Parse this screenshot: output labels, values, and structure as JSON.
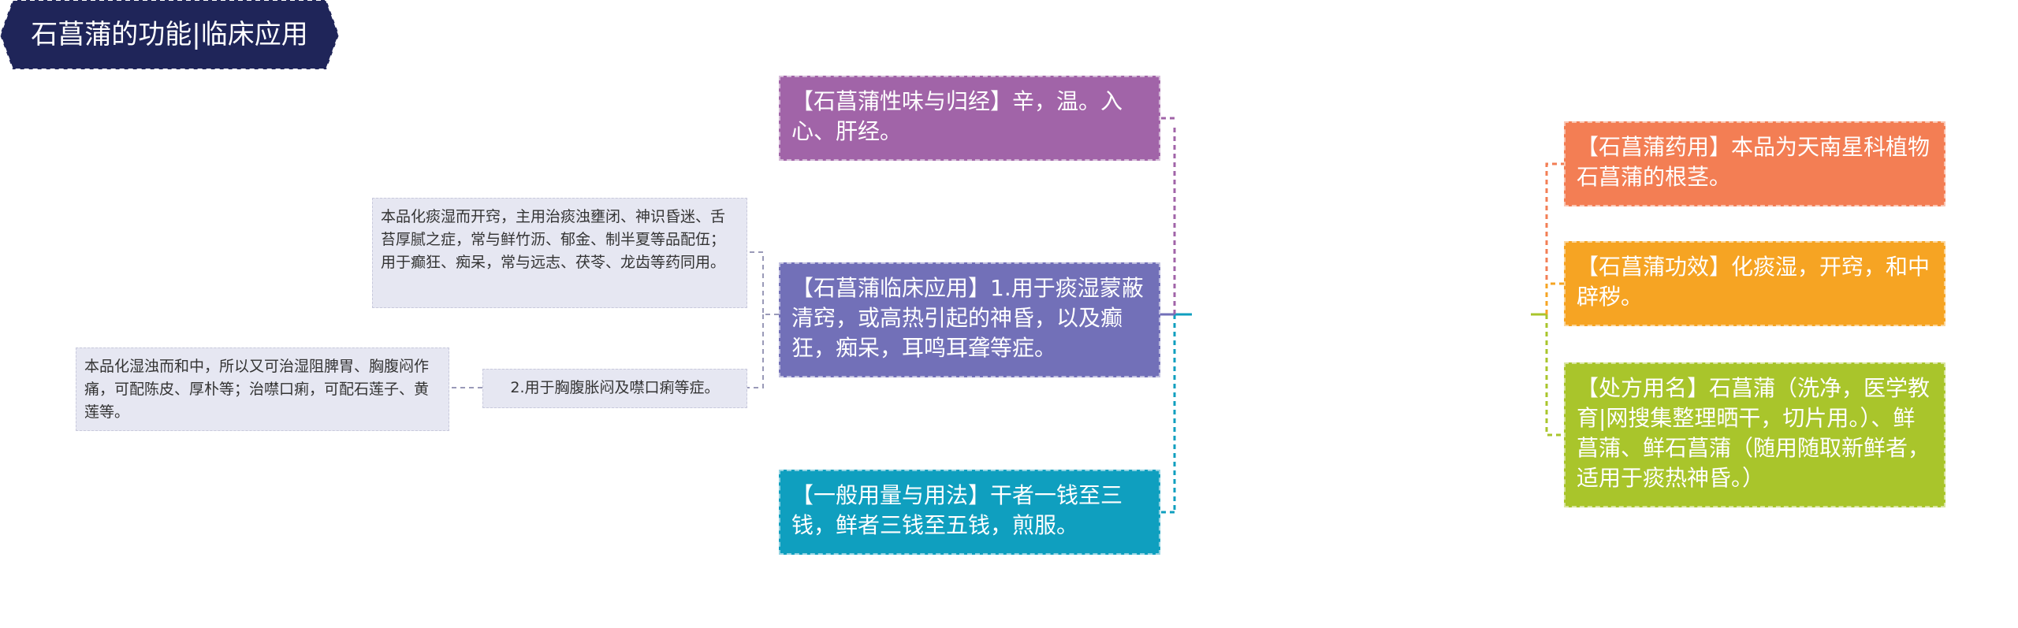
{
  "colors": {
    "root": "#1f2559",
    "xingwei": "#a164a8",
    "linchuang": "#7270b8",
    "yongliang": "#0f9fbf",
    "yaoyong": "#f37e54",
    "gongxiao": "#f6a423",
    "chufang": "#a9c52b",
    "leaf_bg": "#e6e7f2"
  },
  "root": {
    "label": "石菖蒲的功能|临床应用"
  },
  "left_nodes": {
    "xingwei": "【石菖蒲性味与归经】辛，温。入心、肝经。",
    "linchuang": "【石菖蒲临床应用】1.用于痰湿蒙蔽清窍，或高热引起的神昏，以及癫狂，痴呆，耳鸣耳聋等症。",
    "yongliang": "【一般用量与用法】干者一钱至三钱，鲜者三钱至五钱，煎服。"
  },
  "sub_nodes": {
    "note1": "本品化痰湿而开窍，主用治痰浊壅闭、神识昏迷、舌苔厚腻之症，常与鲜竹沥、郁金、制半夏等品配伍；用于癫狂、痴呆，常与远志、茯苓、龙齿等药同用。",
    "item2": "2.用于胸腹胀闷及噤口痢等症。",
    "note2": "本品化湿浊而和中，所以又可治湿阻脾胃、胸腹闷作痛，可配陈皮、厚朴等；治噤口痢，可配石莲子、黄莲等。"
  },
  "right_nodes": {
    "yaoyong": "【石菖蒲药用】本品为天南星科植物石菖蒲的根茎。",
    "gongxiao": "【石菖蒲功效】化痰湿，开窍，和中辟秽。",
    "chufang": "【处方用名】石菖蒲（洗净，医学教育|网搜集整理晒干，切片用。）、鲜菖蒲、鲜石菖蒲（随用随取新鲜者，适用于痰热神昏。）"
  }
}
